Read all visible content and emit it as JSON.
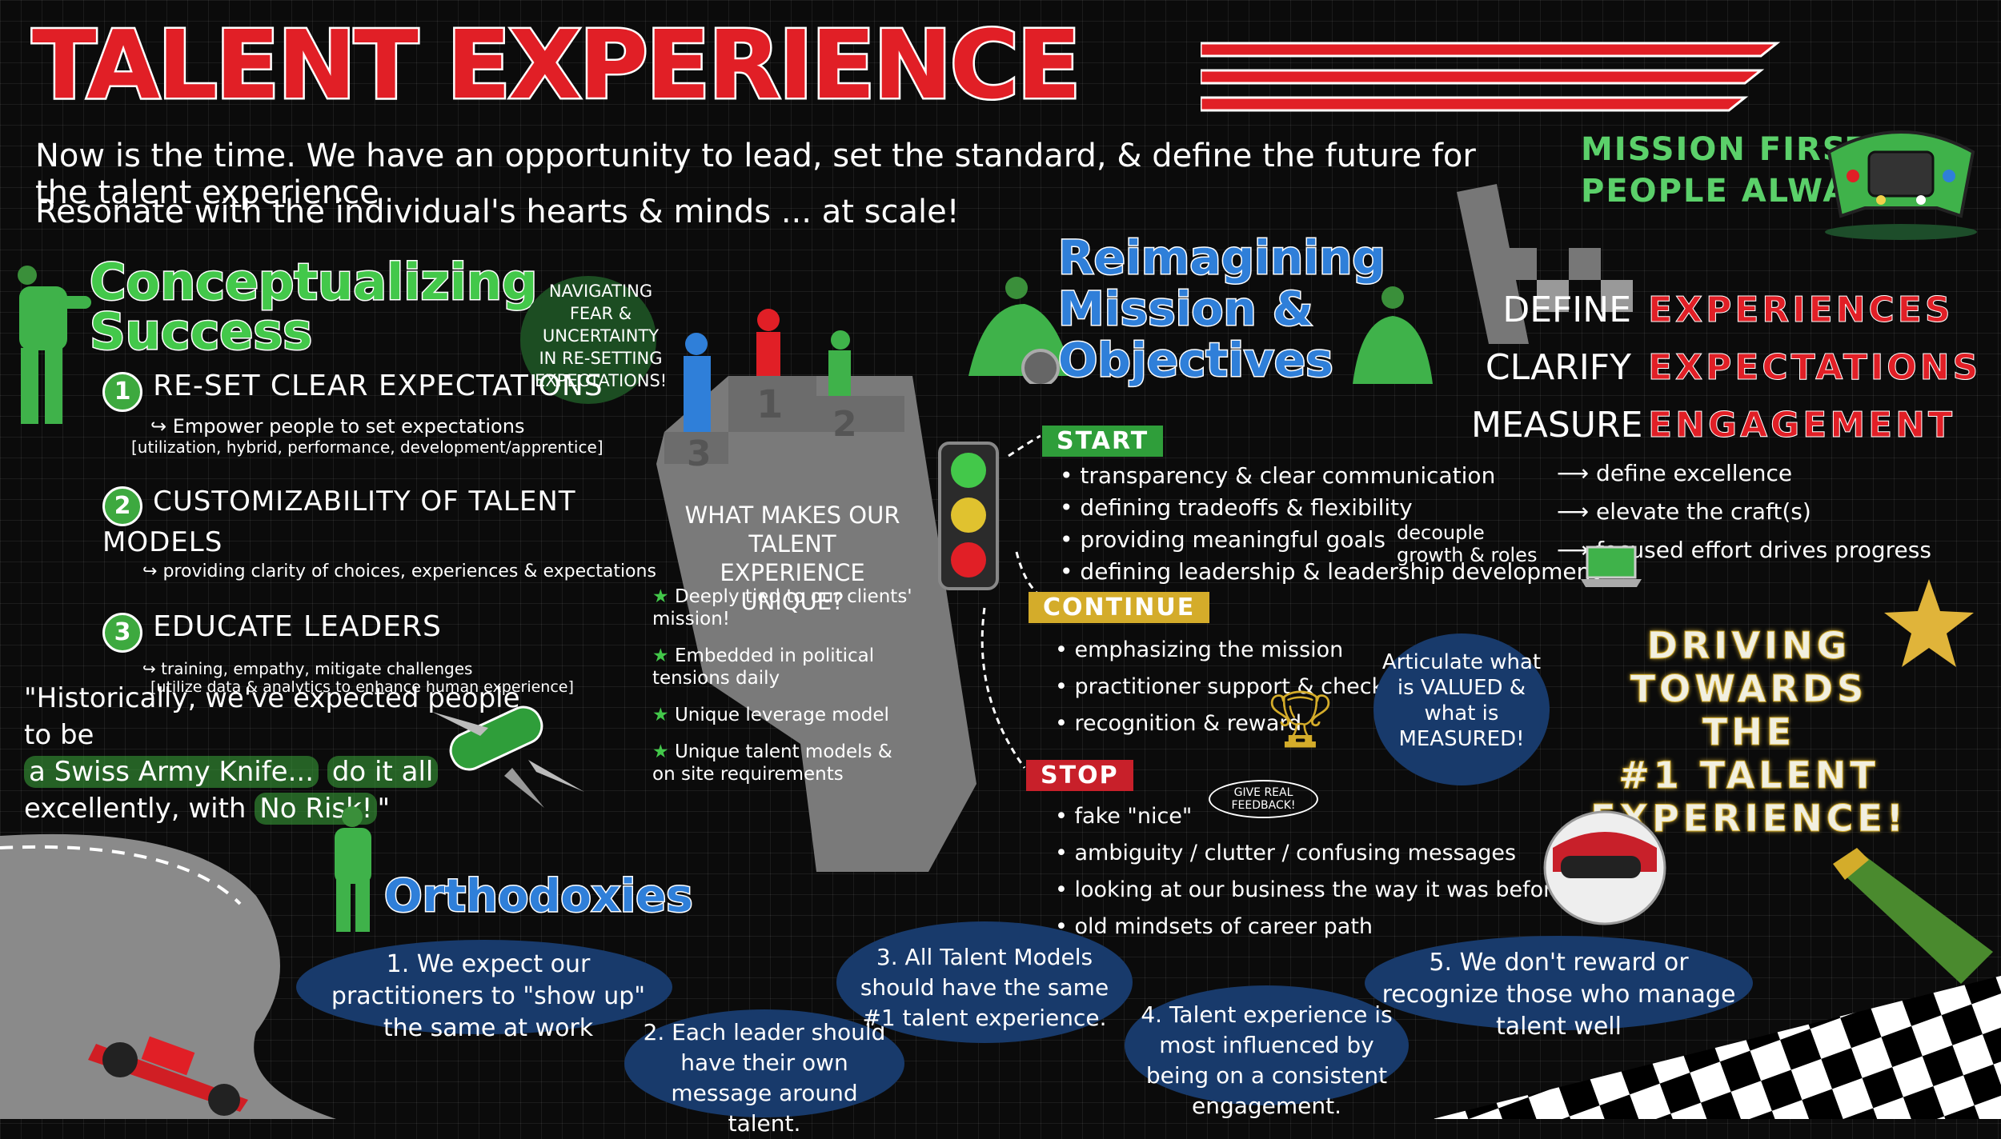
{
  "header": {
    "title": "TALENT EXPERIENCE"
  },
  "intro": {
    "line1": "Now is the time. We have an opportunity to lead, set the standard, & define the future for the talent experience",
    "line2": "Resonate with the individual's hearts & minds ... at scale!",
    "mission": "MISSION FIRST",
    "people": "PEOPLE ALWAYS!"
  },
  "conceptualizing": {
    "heading_1": "Conceptualizing",
    "heading_2": "Success",
    "note": "NAVIGATING FEAR & UNCERTAINTY IN RE-SETTING EXPECTATIONS!",
    "items": [
      {
        "num": "1",
        "title": "RE-SET CLEAR EXPECTATIONS",
        "sub": "Empower people to set expectations",
        "sub2": "[utilization, hybrid, performance, development/apprentice]"
      },
      {
        "num": "2",
        "title": "CUSTOMIZABILITY OF TALENT MODELS",
        "sub": "providing clarity of choices, experiences & expectations",
        "sub2": ""
      },
      {
        "num": "3",
        "title": "EDUCATE LEADERS",
        "sub": "training, empathy, mitigate challenges",
        "sub2": "[utilize data & analytics to enhance human experience]"
      }
    ]
  },
  "quote": {
    "l1": "\"Historically, we've expected people to be",
    "l2a": "a Swiss Army Knife...",
    "l2b": "do it all",
    "l3a": "excellently, with",
    "l3b": "No Risk!",
    "l3c": "\""
  },
  "podium": {
    "p1": "1",
    "p2": "2",
    "p3": "3",
    "question": "WHAT MAKES OUR TALENT EXPERIENCE UNIQUE?",
    "items": [
      "Deeply tied to our clients' mission!",
      "Embedded in political tensions daily",
      "Unique leverage model",
      "Unique talent models & on site requirements"
    ]
  },
  "reimagining": {
    "l1": "Reimagining",
    "l2": "Mission &",
    "l3": "Objectives",
    "start_label": "START",
    "start_items": [
      "transparency & clear communication",
      "defining tradeoffs & flexibility",
      "providing meaningful goals",
      "defining leadership & leadership development"
    ],
    "decouple": "decouple growth & roles",
    "continue_label": "CONTINUE",
    "continue_items": [
      "emphasizing the mission",
      "practitioner support & check ins",
      "recognition & reward"
    ],
    "articulate": "Articulate what is VALUED & what is MEASURED!",
    "stop_label": "STOP",
    "feedback": "GIVE REAL FEEDBACK!",
    "stop_items": [
      "fake \"nice\"",
      "ambiguity / clutter / confusing messages",
      "looking at our business the way it was before 2020",
      "old mindsets of career path"
    ]
  },
  "right": {
    "rows": [
      {
        "verb": "DEFINE",
        "word": "EXPERIENCES"
      },
      {
        "verb": "CLARIFY",
        "word": "EXPECTATIONS"
      },
      {
        "verb": "MEASURE",
        "word": "ENGAGEMENT"
      }
    ],
    "arrows": [
      "define excellence",
      "elevate the craft(s)",
      "focused effort drives progress"
    ],
    "driving": [
      "DRIVING",
      "TOWARDS THE",
      "#1 TALENT",
      "EXPERIENCE!"
    ]
  },
  "orthodoxies": {
    "heading": "Orthodoxies",
    "o1": "1. We expect our practitioners to \"show up\" the same at work",
    "o2": "2. Each leader should have their own message around talent.",
    "o3": "3. All Talent Models should have the same #1 talent experience.",
    "o4": "4. Talent experience is most influenced by being on a consistent engagement.",
    "o5": "5. We don't reward or recognize those who manage talent well"
  },
  "colors": {
    "accent_red": "#e11f26",
    "accent_green": "#43c84a",
    "accent_blue": "#2f7fd9",
    "gold": "#e0b43a",
    "navy": "#183a6b"
  }
}
